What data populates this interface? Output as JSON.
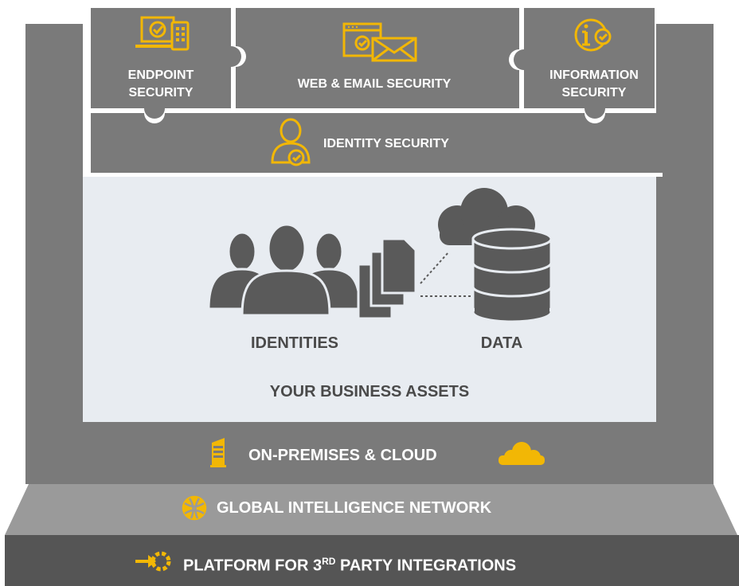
{
  "modules": {
    "endpoint": {
      "line1": "ENDPOINT",
      "line2": "SECURITY",
      "icon": "laptop-phone-check-icon"
    },
    "web_email": {
      "label": "WEB & EMAIL SECURITY",
      "icon": "browser-envelope-check-icon"
    },
    "information": {
      "line1": "INFORMATION",
      "line2": "SECURITY",
      "icon": "info-check-icon"
    },
    "identity": {
      "label": "IDENTITY SECURITY",
      "icon": "user-check-icon"
    }
  },
  "assets": {
    "identities_label": "IDENTITIES",
    "data_label": "DATA",
    "title": "YOUR BUSINESS ASSETS"
  },
  "layers": {
    "on_prem": "ON-PREMISES & CLOUD",
    "global": "GLOBAL INTELLIGENCE NETWORK",
    "platform_pre": "PLATFORM FOR 3",
    "platform_sup": "RD",
    "platform_post": " PARTY INTEGRATIONS"
  },
  "colors": {
    "accent": "#F2B705",
    "frame": "#7a7a7a",
    "panel": "#e8ecf1",
    "global_band": "#9a9a9a",
    "platform_band": "#555555",
    "icon_gray": "#5a5a5a"
  }
}
